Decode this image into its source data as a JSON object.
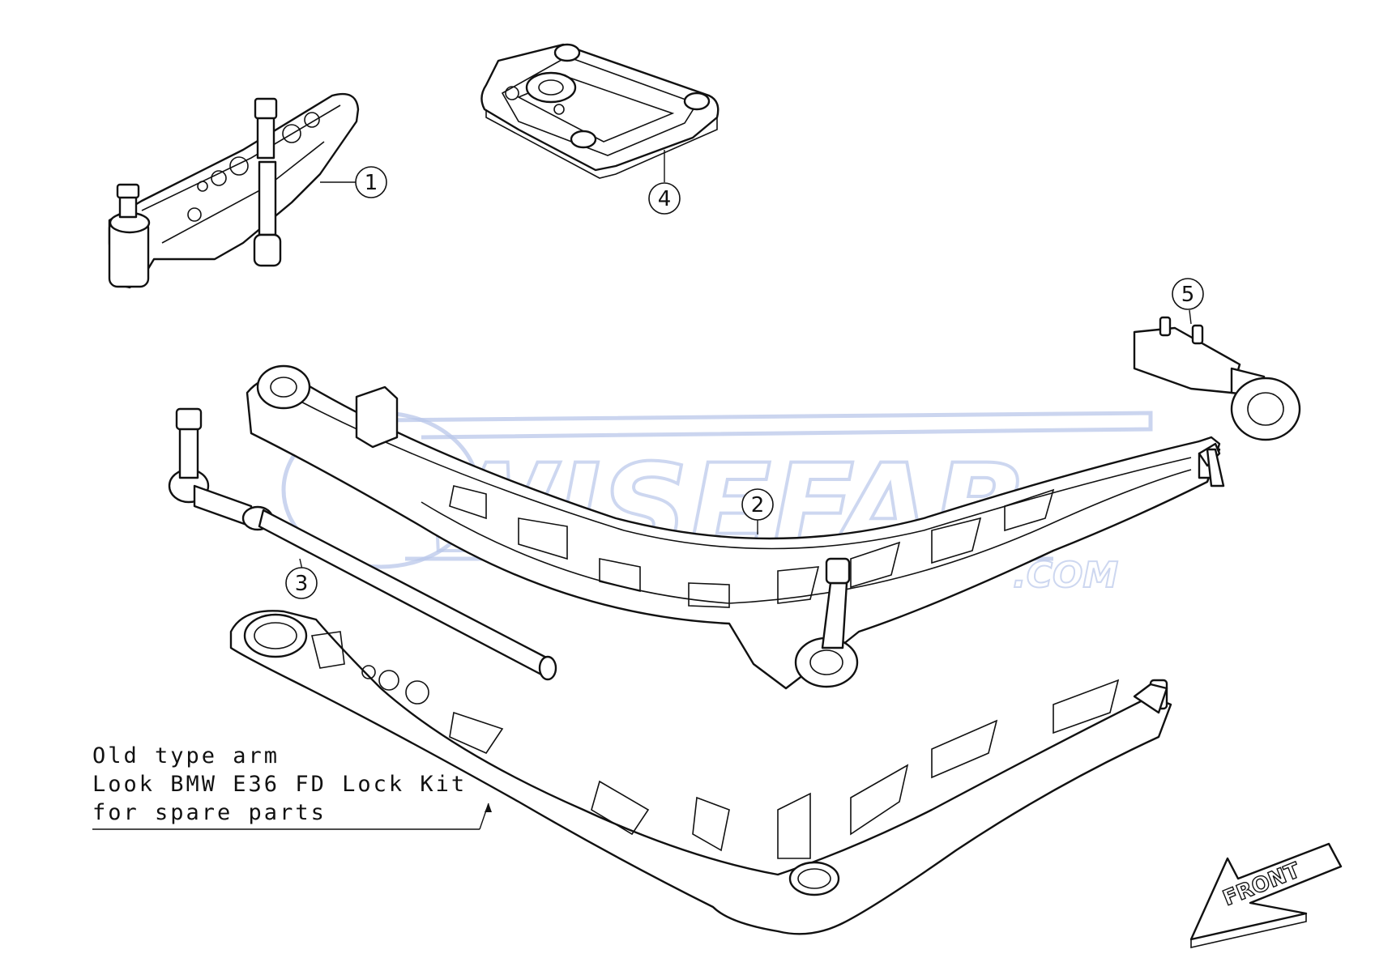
{
  "diagram": {
    "callouts": [
      {
        "id": "1",
        "label": "1"
      },
      {
        "id": "2",
        "label": "2"
      },
      {
        "id": "3",
        "label": "3"
      },
      {
        "id": "4",
        "label": "4"
      },
      {
        "id": "5",
        "label": "5"
      }
    ],
    "note": {
      "line1": "Old type arm",
      "line2": "Look BMW E36 FD Lock Kit",
      "line3": "for spare parts"
    },
    "direction_label": "FRONT",
    "watermark": {
      "brand": "WISEFAB",
      "suffix": ".COM"
    },
    "colors": {
      "line": "#111111",
      "watermark": "#b9c7ea",
      "background": "#ffffff"
    }
  }
}
